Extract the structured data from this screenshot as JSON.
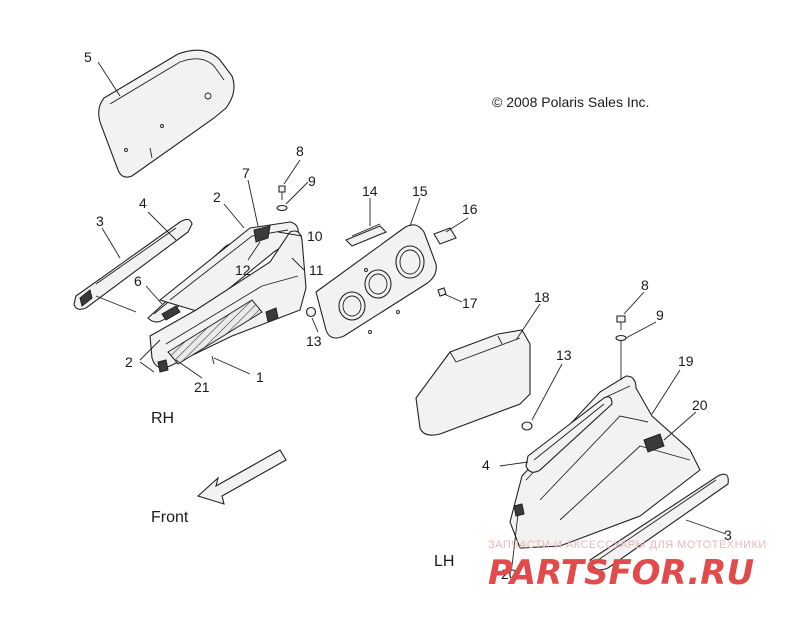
{
  "copyright": "© 2008 Polaris Sales Inc.",
  "side_labels": {
    "rh": "RH",
    "lh": "LH",
    "front": "Front"
  },
  "callouts": {
    "c1": "1",
    "c2a": "2",
    "c2b": "2",
    "c3a": "3",
    "c3b": "3",
    "c4a": "4",
    "c4b": "4",
    "c5": "5",
    "c6": "6",
    "c7": "7",
    "c8a": "8",
    "c8b": "8",
    "c9a": "9",
    "c9b": "9",
    "c10": "10",
    "c11": "11",
    "c12": "12",
    "c13a": "13",
    "c13b": "13",
    "c14": "14",
    "c15": "15",
    "c16": "16",
    "c17": "17",
    "c18": "18",
    "c19": "19",
    "c20a": "20",
    "c20b": "20",
    "c21": "21"
  },
  "watermark": {
    "tagline": "ЗАПЧАСТИ И АКСЕССУАРЫ ДЛЯ МОТОТЕХНИКИ",
    "logo": "PARTSFOR.RU"
  }
}
